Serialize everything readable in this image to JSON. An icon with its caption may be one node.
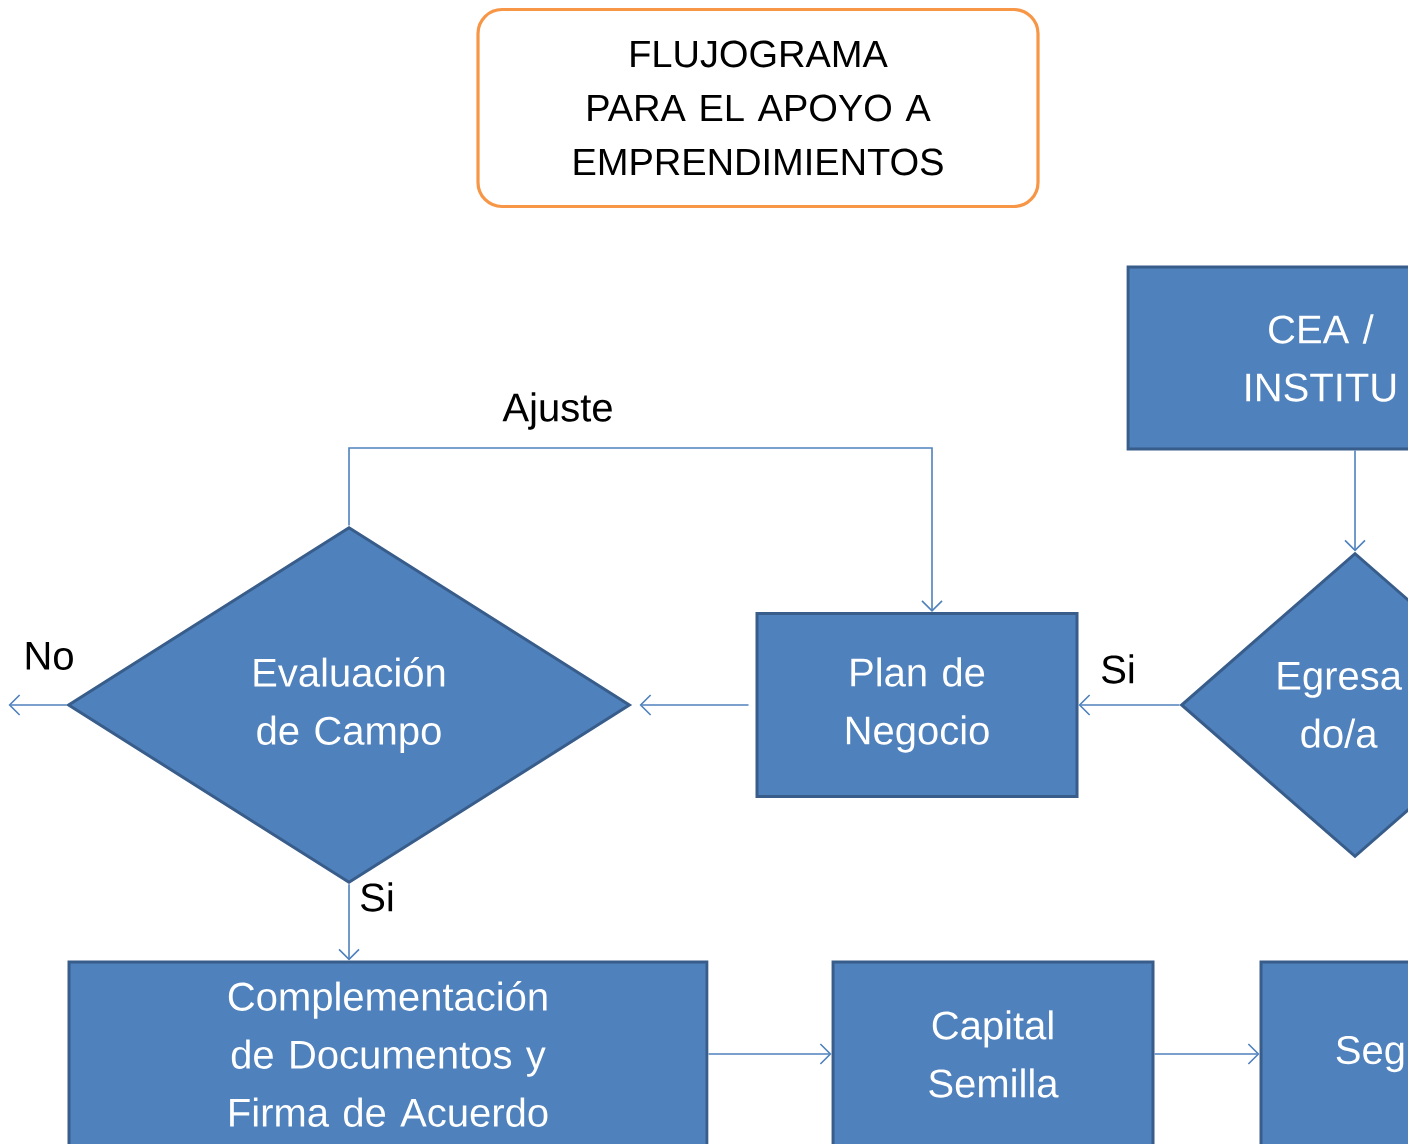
{
  "diagram": {
    "title": "FLUJOGRAMA PARA EL APOYO A EMPRENDIMIENTOS",
    "nodes": [
      {
        "text": [
          "CEA / INSTITU"
        ]
      },
      {
        "text": [
          "Egresa do/a"
        ]
      },
      {
        "text": [
          "Plan de Negocio"
        ]
      },
      {
        "text": [
          "Evaluación de Campo"
        ]
      },
      {
        "text": [
          "Complementación de Documentos y Firma de Acuerdo"
        ]
      },
      {
        "text": [
          "Capital Semilla"
        ]
      },
      {
        "text": [
          "Seg"
        ]
      }
    ],
    "edges": [
      {
        "from": 0,
        "to": 1,
        "arrow": "to"
      },
      {
        "from": 1,
        "to": 2,
        "arrow": "to",
        "label": "Si"
      },
      {
        "from": 2,
        "to": 3,
        "arrow": "to"
      },
      {
        "from": 3,
        "to": 2,
        "arrow": "to",
        "label": "Ajuste"
      },
      {
        "from": 3,
        "to": null,
        "arrow": "to",
        "label": "No"
      },
      {
        "from": 3,
        "to": 4,
        "arrow": "to",
        "label": "Si"
      },
      {
        "from": 4,
        "to": 5,
        "arrow": "to"
      },
      {
        "from": 5,
        "to": 6,
        "arrow": "to"
      }
    ]
  }
}
